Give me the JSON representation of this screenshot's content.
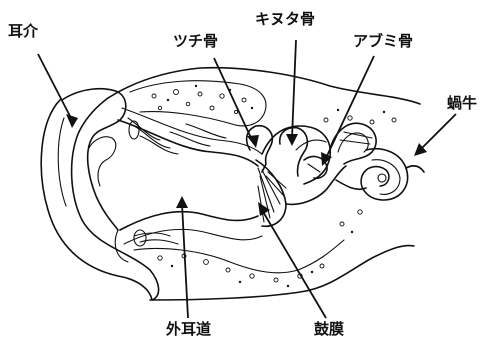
{
  "labels": {
    "auricle": "耳介",
    "hammer": "ツチ骨",
    "anvil": "キヌタ骨",
    "stirrup": "アブミ骨",
    "cochlea": "蝸牛",
    "ear_canal": "外耳道",
    "eardrum": "鼓膜"
  },
  "colors": {
    "ink": "#111111",
    "background": "#ffffff"
  }
}
